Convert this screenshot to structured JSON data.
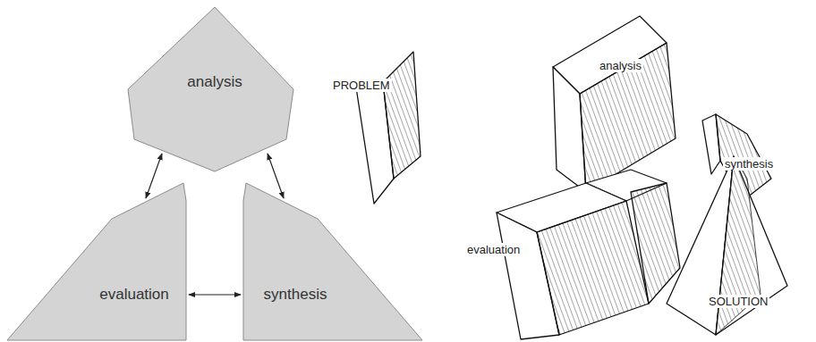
{
  "diagram": {
    "nodes": [
      {
        "text": [
          "analysis"
        ]
      },
      {
        "text": [
          "evaluation"
        ]
      },
      {
        "text": [
          "synthesis"
        ]
      }
    ],
    "edges": [
      {
        "from": 0,
        "to": 1,
        "arrow": "both"
      },
      {
        "from": 0,
        "to": 2,
        "arrow": "both"
      },
      {
        "from": 1,
        "to": 2,
        "arrow": "both"
      }
    ],
    "labels": [
      "PROBLEM",
      "analysis",
      "synthesis",
      "evaluation",
      "SOLUTION"
    ]
  }
}
